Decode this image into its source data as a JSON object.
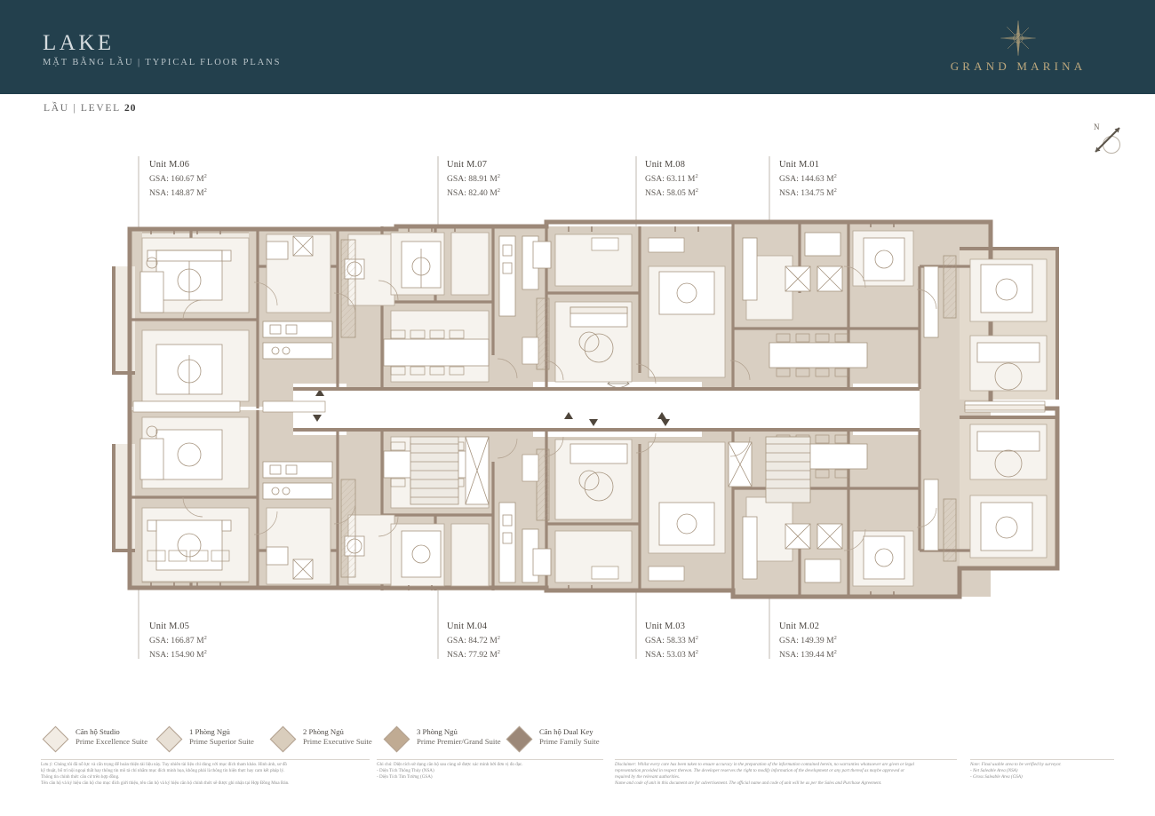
{
  "header": {
    "title": "LAKE",
    "subtitle": "MẶT BẰNG LẦU  |  TYPICAL FLOOR PLANS",
    "brand_name": "GRAND MARINA",
    "brand_mark": "compass-star-emblem",
    "bg_color": "#23404d",
    "brand_color": "#bda87e"
  },
  "level": {
    "prefix": "LẦU | LEVEL ",
    "number": "20"
  },
  "compass": {
    "label": "N",
    "name": "north-arrow"
  },
  "units_top": [
    {
      "name": "Unit M.06",
      "gsa_label": "GSA:",
      "gsa": "160.67",
      "nsa_label": "NSA:",
      "nsa": "148.87",
      "unit": "M"
    },
    {
      "name": "Unit M.07",
      "gsa_label": "GSA:",
      "gsa": "88.91",
      "nsa_label": "NSA:",
      "nsa": "82.40",
      "unit": "M"
    },
    {
      "name": "Unit M.08",
      "gsa_label": "GSA:",
      "gsa": "63.11",
      "nsa_label": "NSA:",
      "nsa": "58.05",
      "unit": "M"
    },
    {
      "name": "Unit M.01",
      "gsa_label": "GSA:",
      "gsa": "144.63",
      "nsa_label": "NSA:",
      "nsa": "134.75",
      "unit": "M"
    }
  ],
  "units_bottom": [
    {
      "name": "Unit M.05",
      "gsa_label": "GSA:",
      "gsa": "166.87",
      "nsa_label": "NSA:",
      "nsa": "154.90",
      "unit": "M"
    },
    {
      "name": "Unit M.04",
      "gsa_label": "GSA:",
      "gsa": "84.72",
      "nsa_label": "NSA:",
      "nsa": "77.92",
      "unit": "M"
    },
    {
      "name": "Unit M.03",
      "gsa_label": "GSA:",
      "gsa": "58.33",
      "nsa_label": "NSA:",
      "nsa": "53.03",
      "unit": "M"
    },
    {
      "name": "Unit M.02",
      "gsa_label": "GSA:",
      "gsa": "149.39",
      "nsa_label": "NSA:",
      "nsa": "139.44",
      "unit": "M"
    }
  ],
  "legend": [
    {
      "vi": "Căn hộ Studio",
      "en": "Prime Excellence Suite",
      "color": "#f2ece4"
    },
    {
      "vi": "1 Phòng Ngủ",
      "en": "Prime Superior Suite",
      "color": "#e8e0d5"
    },
    {
      "vi": "2 Phòng Ngủ",
      "en": "Prime Executive Suite",
      "color": "#d9cdbc"
    },
    {
      "vi": "3 Phòng Ngủ",
      "en": "Prime Premier/Grand Suite",
      "color": "#c0ab93"
    },
    {
      "vi": "Căn hộ Dual Key",
      "en": "Prime Family Suite",
      "color": "#9c8878"
    }
  ],
  "footer": {
    "vi_note": [
      "Lưu ý: Chúng tôi đã nỗ lực và cẩn trọng để hoàn thiện tài liệu này. Tuy nhiên tài liệu chỉ dùng với mục đích tham khảo. Hình ảnh, sơ đồ",
      "kỹ thuật, bố trí nội ngoại thất hay thông tin mô tả chỉ nhằm mục đích minh họa, không phải là thông tin hiện thực hay cam kết pháp lý.",
      "Thông tin chính thức căn cứ trên hợp đồng.",
      "Tên căn hộ và ký hiệu căn hộ cho mục đích giới thiệu, tên căn hộ và ký hiệu căn hộ chính thức sẽ được ghi nhận tại Hợp Đồng Mua Bán."
    ],
    "vi_area": [
      "Ghi chú: Diện tích sử dụng căn hộ sau cùng sẽ được xác minh bởi đơn vị đo đạc.",
      "- Diện Tích Thông Thủy (NSA)",
      "- Diện Tích Tim Tường (GSA)"
    ],
    "en_note": [
      "Disclaimer: Whilst every care has been taken to ensure accuracy in the preparation of the information contained herein, no warranties whatsoever are given or legal",
      "representation provided in respect thereon. The developer reserves the right to modify information of the development or any part thereof as maybe approved or",
      "required by the relevant authorities.",
      "Name and code of unit in this document are for advertisement. The official name and code of unit will be as per the Sales and Purchase Agreement."
    ],
    "en_area": [
      "Note: Final usable area to be verified by surveyor.",
      "- Net Saleable Area (NSA)",
      "- Gross Saleable Area (GSA)"
    ]
  },
  "plan": {
    "name": "typical-floor-plan-level-20",
    "wall_color": "#9c8878",
    "room_fill": "#d9cfc2",
    "room_fill_light": "#efeae2",
    "corridor_color": "#ffffff",
    "line_color": "#8a7засада"
  }
}
